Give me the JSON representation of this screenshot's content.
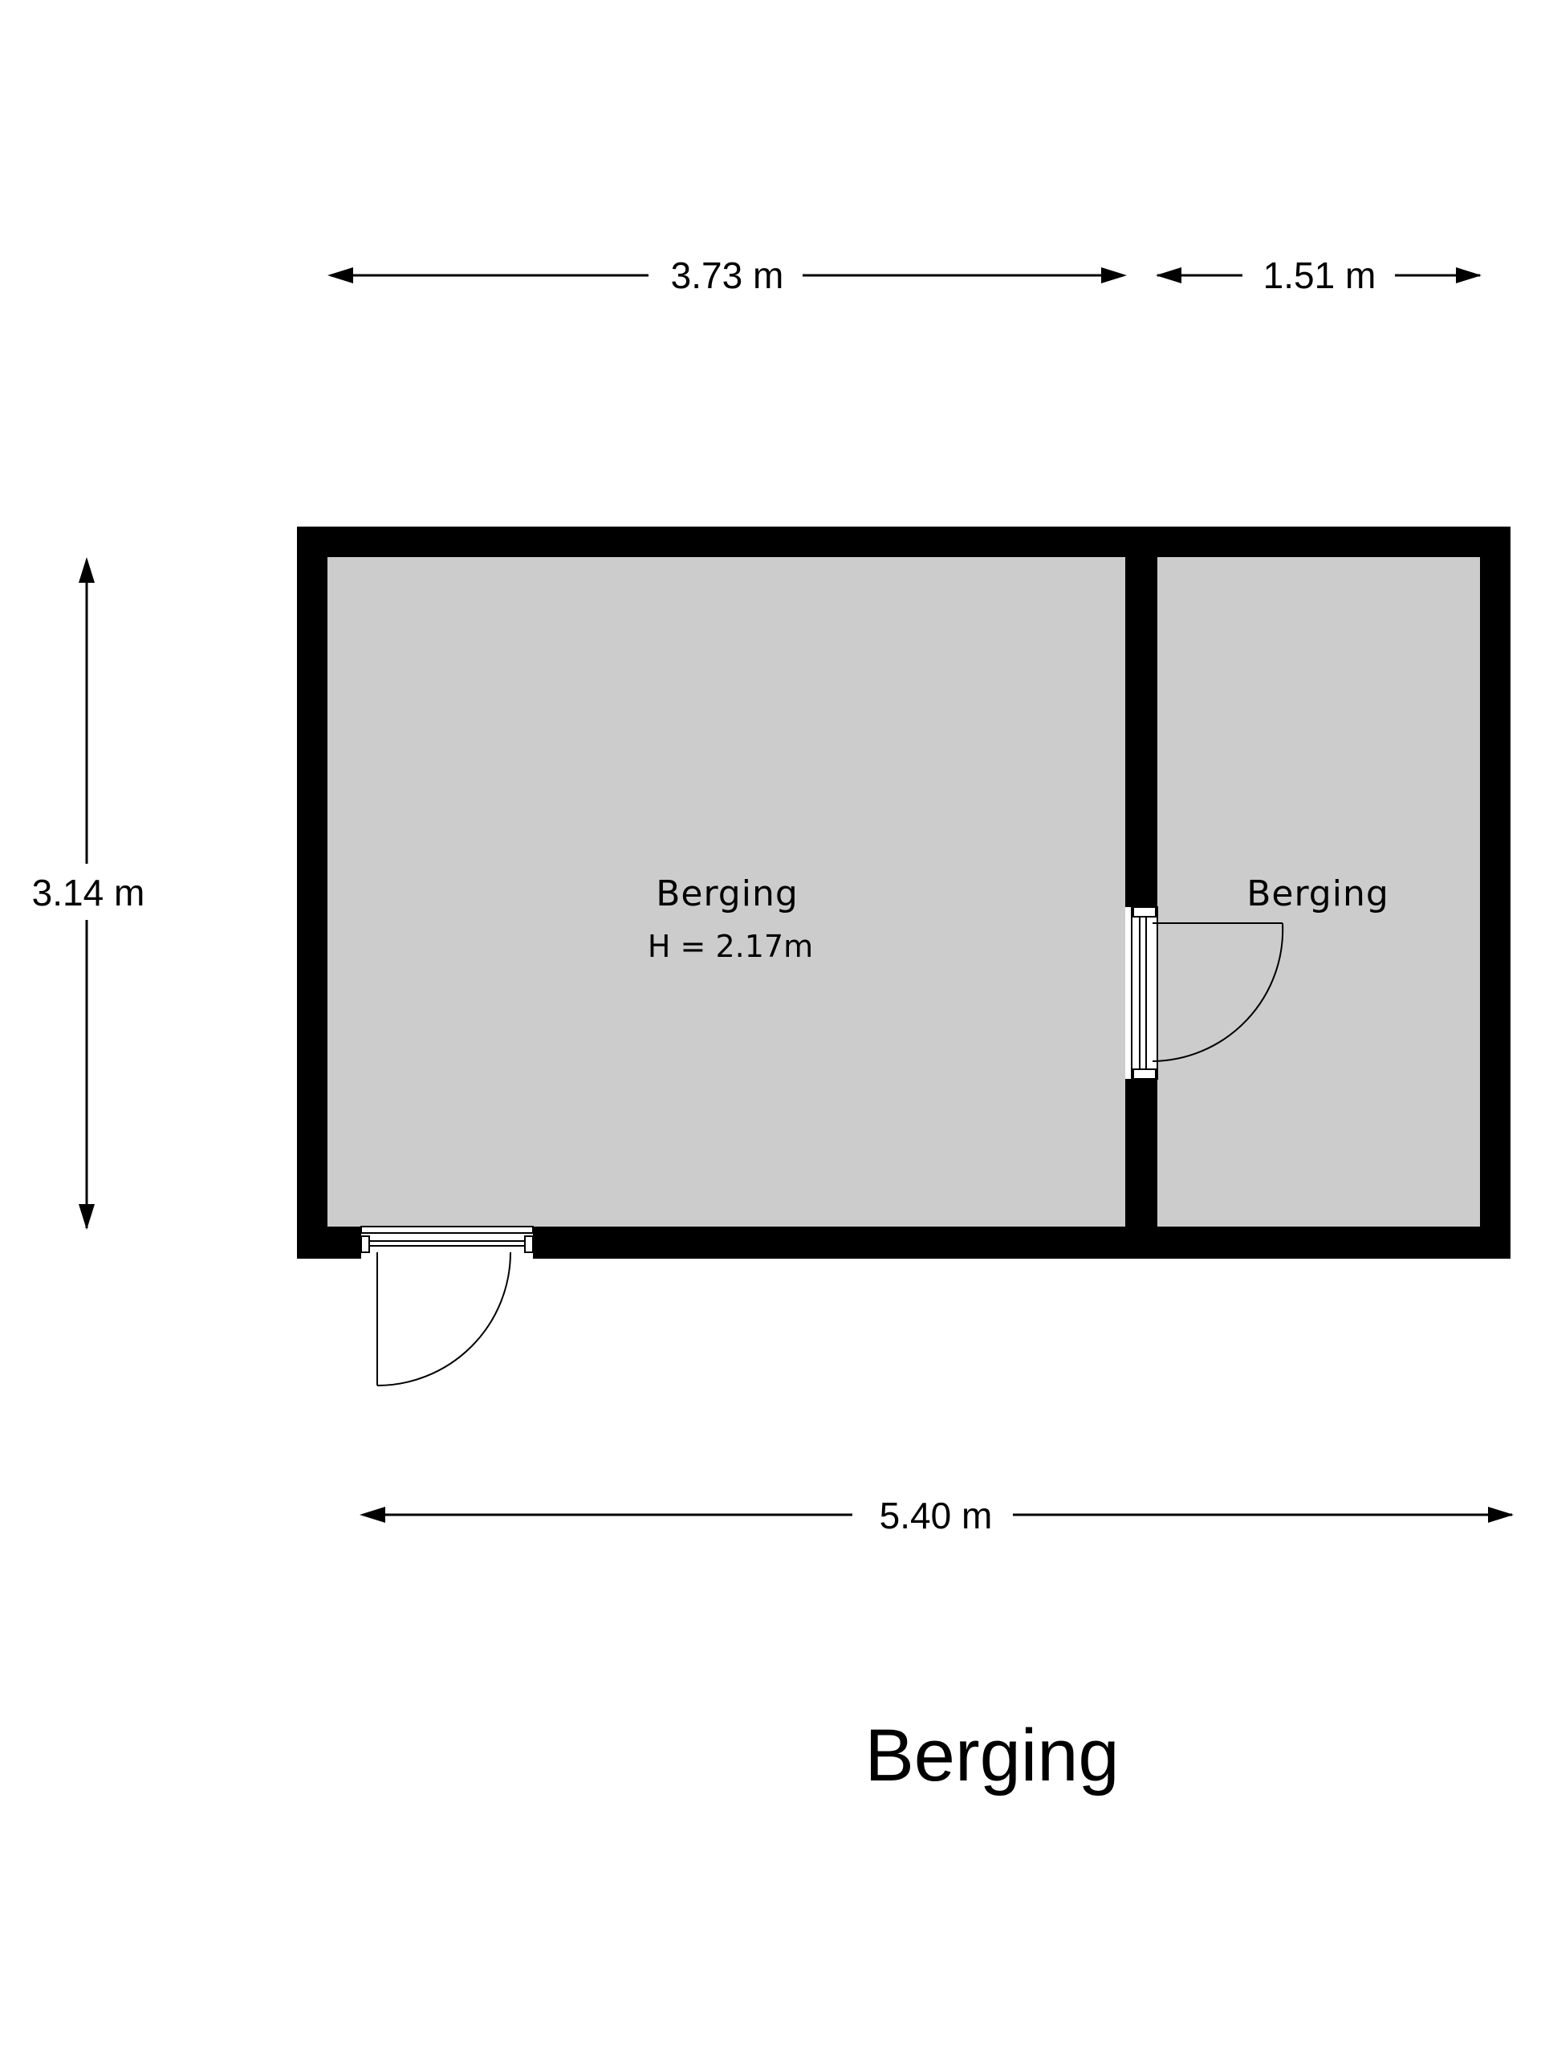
{
  "dimensions": {
    "top_left_width": "3.73 m",
    "top_right_width": "1.51 m",
    "left_height": "3.14 m",
    "bottom_total_width": "5.40 m"
  },
  "rooms": {
    "main": {
      "label": "Berging",
      "height": "H = 2.17m"
    },
    "side": {
      "label": "Berging"
    }
  },
  "plan_title": "Berging",
  "colors": {
    "wall": "#000000",
    "floor": "#cccccc",
    "background": "#ffffff"
  }
}
